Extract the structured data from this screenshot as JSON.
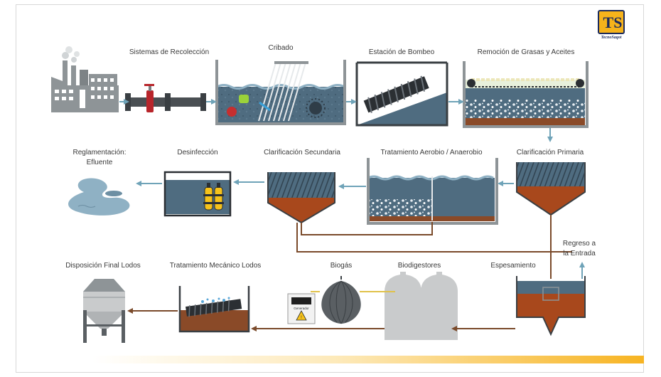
{
  "logo": {
    "monogram": "TS",
    "name": "TecnoSaqot"
  },
  "colors": {
    "water": "#4f6c80",
    "sludge": "#a8481c",
    "pipe": "#7a4a2a",
    "arrow": "#6fa3b8",
    "accent": "#f6b31b",
    "navy": "#1b2a5c"
  },
  "stages": {
    "recoleccion": "Sistemas de Recolección",
    "cribado": "Cribado",
    "bombeo": "Estación de Bombeo",
    "grasas": "Remoción de Grasas y Aceites",
    "primaria": "Clarificación  Primaria",
    "aerobio": "Tratamiento Aerobio / Anaerobio",
    "secundaria": "Clarificación  Secundaria",
    "desinfeccion": "Desinfección",
    "reglamentacion_1": "Reglamentación:",
    "reglamentacion_2": "Efluente",
    "regreso_1": "Regreso a",
    "regreso_2": "la Entrada",
    "espesamiento": "Espesamiento",
    "biodigestores": "Biodigestores",
    "biogas": "Biogás",
    "mecanico": "Tratamiento Mecánico Lodos",
    "disposicion": "Disposición Final Lodos"
  },
  "generator": {
    "label": "Generador"
  }
}
